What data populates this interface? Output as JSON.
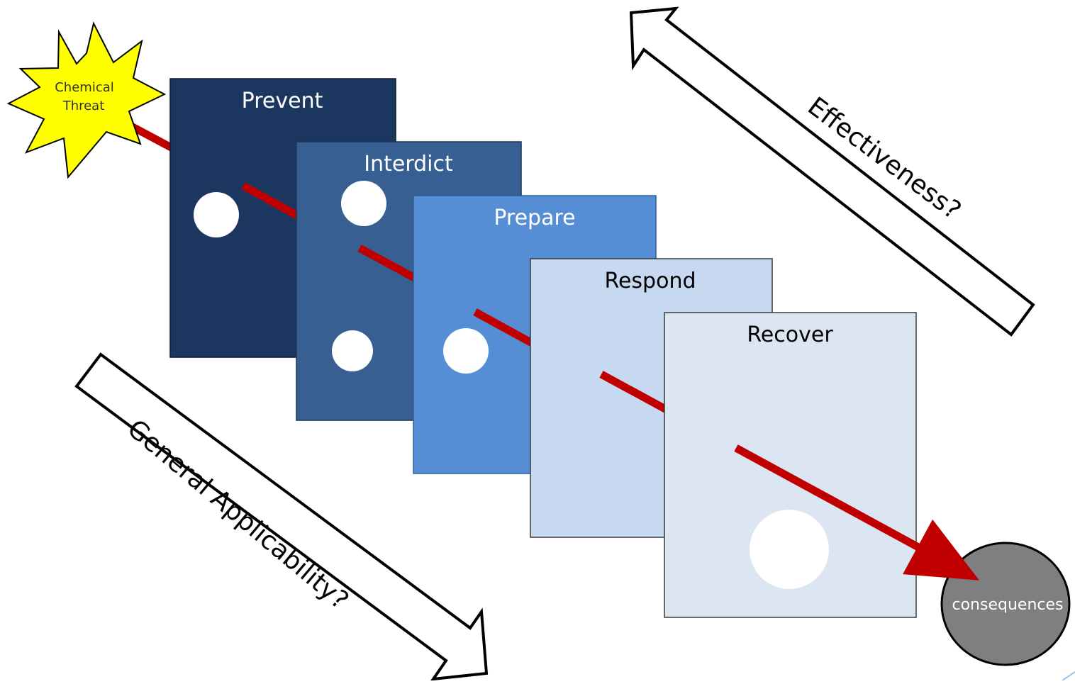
{
  "threat": {
    "label_line1": "Chemical",
    "label_line2": "Threat",
    "color": "#ffff00"
  },
  "layers": [
    {
      "label": "Prevent",
      "color": "#1c375f",
      "text_color": "#ffffff"
    },
    {
      "label": "Interdict",
      "color": "#375f92",
      "text_color": "#ffffff"
    },
    {
      "label": "Prepare",
      "color": "#558ed5",
      "text_color": "#ffffff"
    },
    {
      "label": "Respond",
      "color": "#c6d9f1",
      "text_color": "#000000"
    },
    {
      "label": "Recover",
      "color": "#dce6f2",
      "text_color": "#000000"
    }
  ],
  "consequences": {
    "label": "consequences",
    "color": "#7f7f7f"
  },
  "arrows": {
    "effectiveness_label": "Effectiveness?",
    "applicability_label": "General Applicability?"
  },
  "threat_path_color": "#c00000"
}
